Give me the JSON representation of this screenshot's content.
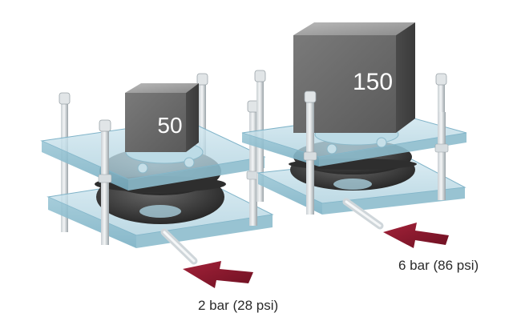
{
  "assemblies": {
    "left": {
      "weight_label": "50",
      "pressure_label": "2 bar (28 psi)"
    },
    "right": {
      "weight_label": "150",
      "pressure_label": "6 bar (86 psi)"
    }
  },
  "colors": {
    "glass": "#b8d8e4",
    "glass_edge": "#7fb3c8",
    "weight": "#6d6d6d",
    "bellows": "#3a3a3a",
    "arrow": "#8e1a2e",
    "rod": "#d9dde0"
  }
}
